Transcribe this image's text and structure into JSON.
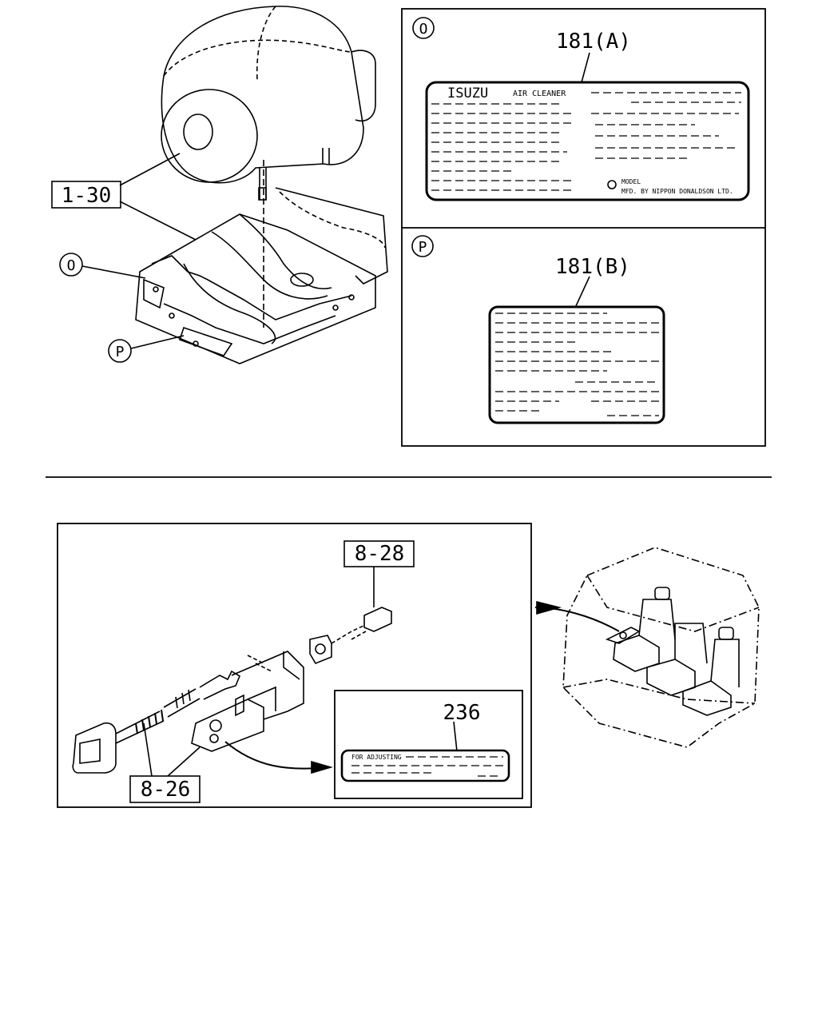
{
  "callouts": {
    "c1_30": "1-30",
    "c8_28": "8-28",
    "c8_26": "8-26"
  },
  "markers": {
    "o": "O",
    "p": "P"
  },
  "panel_o": {
    "marker": "O",
    "part": "181(A)",
    "brand": "ISUZU",
    "product": "AIR CLEANER",
    "model": "MODEL",
    "mfd": "MFD. BY NIPPON DONALDSON LTD."
  },
  "panel_p": {
    "marker": "P",
    "part": "181(B)"
  },
  "panel_236": {
    "part": "236",
    "text": "FOR ADJUSTING"
  }
}
